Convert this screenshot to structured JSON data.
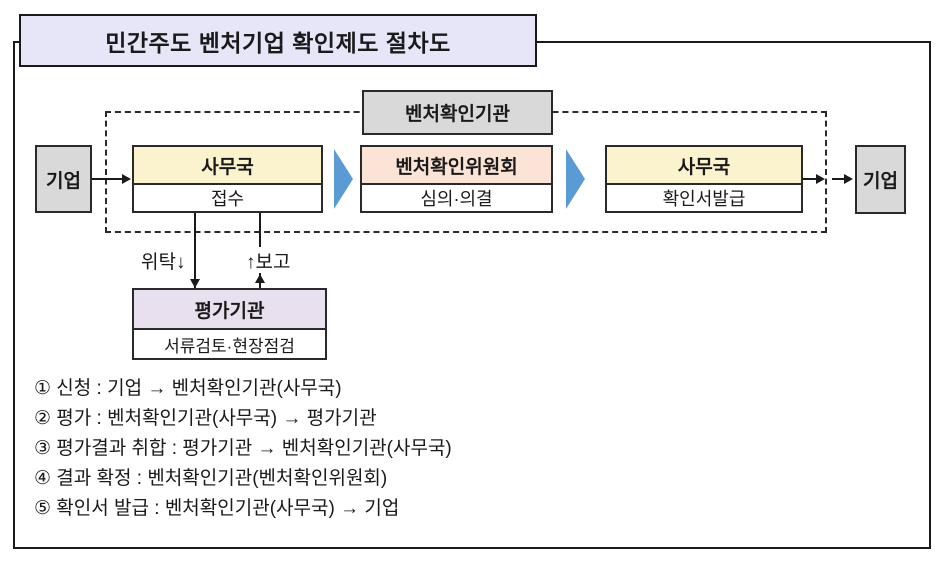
{
  "title": "민간주도 벤처기업 확인제도 절차도",
  "colors": {
    "title_bg": "#E6E6F8",
    "gray_bg": "#D9D9D9",
    "yellow_bg": "#FBF2CE",
    "pink_bg": "#FBE4D5",
    "purple_bg": "#E9E0EF",
    "arrow_blue": "#5B9BD5",
    "line_black": "#1A1A1A"
  },
  "diagram": {
    "oversight_org": "벤처확인기관",
    "company_left": "기업",
    "company_right": "기업",
    "stages": [
      {
        "title": "사무국",
        "subtitle": "접수"
      },
      {
        "title": "벤처확인위원회",
        "subtitle": "심의·의결"
      },
      {
        "title": "사무국",
        "subtitle": "확인서발급"
      }
    ],
    "delegate_label": "위탁↓",
    "report_label": "↑보고",
    "evaluator": {
      "title": "평가기관",
      "subtitle": "서류검토·현장점검"
    }
  },
  "process_steps": [
    "① 신청 : 기업 → 벤처확인기관(사무국)",
    "② 평가 : 벤처확인기관(사무국) → 평가기관",
    "③ 평가결과 취합 : 평가기관 → 벤처확인기관(사무국)",
    "④ 결과 확정 : 벤처확인기관(벤처확인위원회)",
    "⑤ 확인서 발급 : 벤처확인기관(사무국) → 기업"
  ]
}
